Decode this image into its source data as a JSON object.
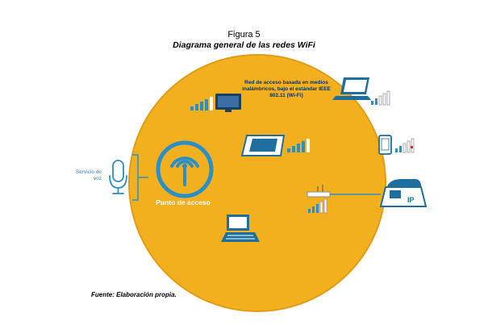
{
  "figure": {
    "number": "Figura 5",
    "title": "Diagrama general de las redes WiFi"
  },
  "circle": {
    "description": "Red de acceso basada en medios inalámbricos, bajo el estándar IEEE 802.11 (Wi-Fi)",
    "access_point_label": "Punto de acceso"
  },
  "outside": {
    "voice_service_label": "Servicio de voz"
  },
  "source": "Fuente: Elaboración propia.",
  "colors": {
    "circle_fill": "#f2b01e",
    "circle_stroke": "#e39a15",
    "device_blue": "#1f6f9e",
    "icon_light_blue": "#2a8fc6",
    "signal_bar": "#2a8fc6"
  },
  "icons": {
    "access_point": "wifi-antenna-icon",
    "microphone": "microphone-icon",
    "laptop": "laptop-icon",
    "monitor": "monitor-icon",
    "tablet": "tablet-icon",
    "smartphone": "smartphone-icon",
    "ip_phone": "ip-phone-icon",
    "router": "router-icon",
    "desktop": "desktop-computer-icon"
  },
  "ip_phone_text": "IP"
}
